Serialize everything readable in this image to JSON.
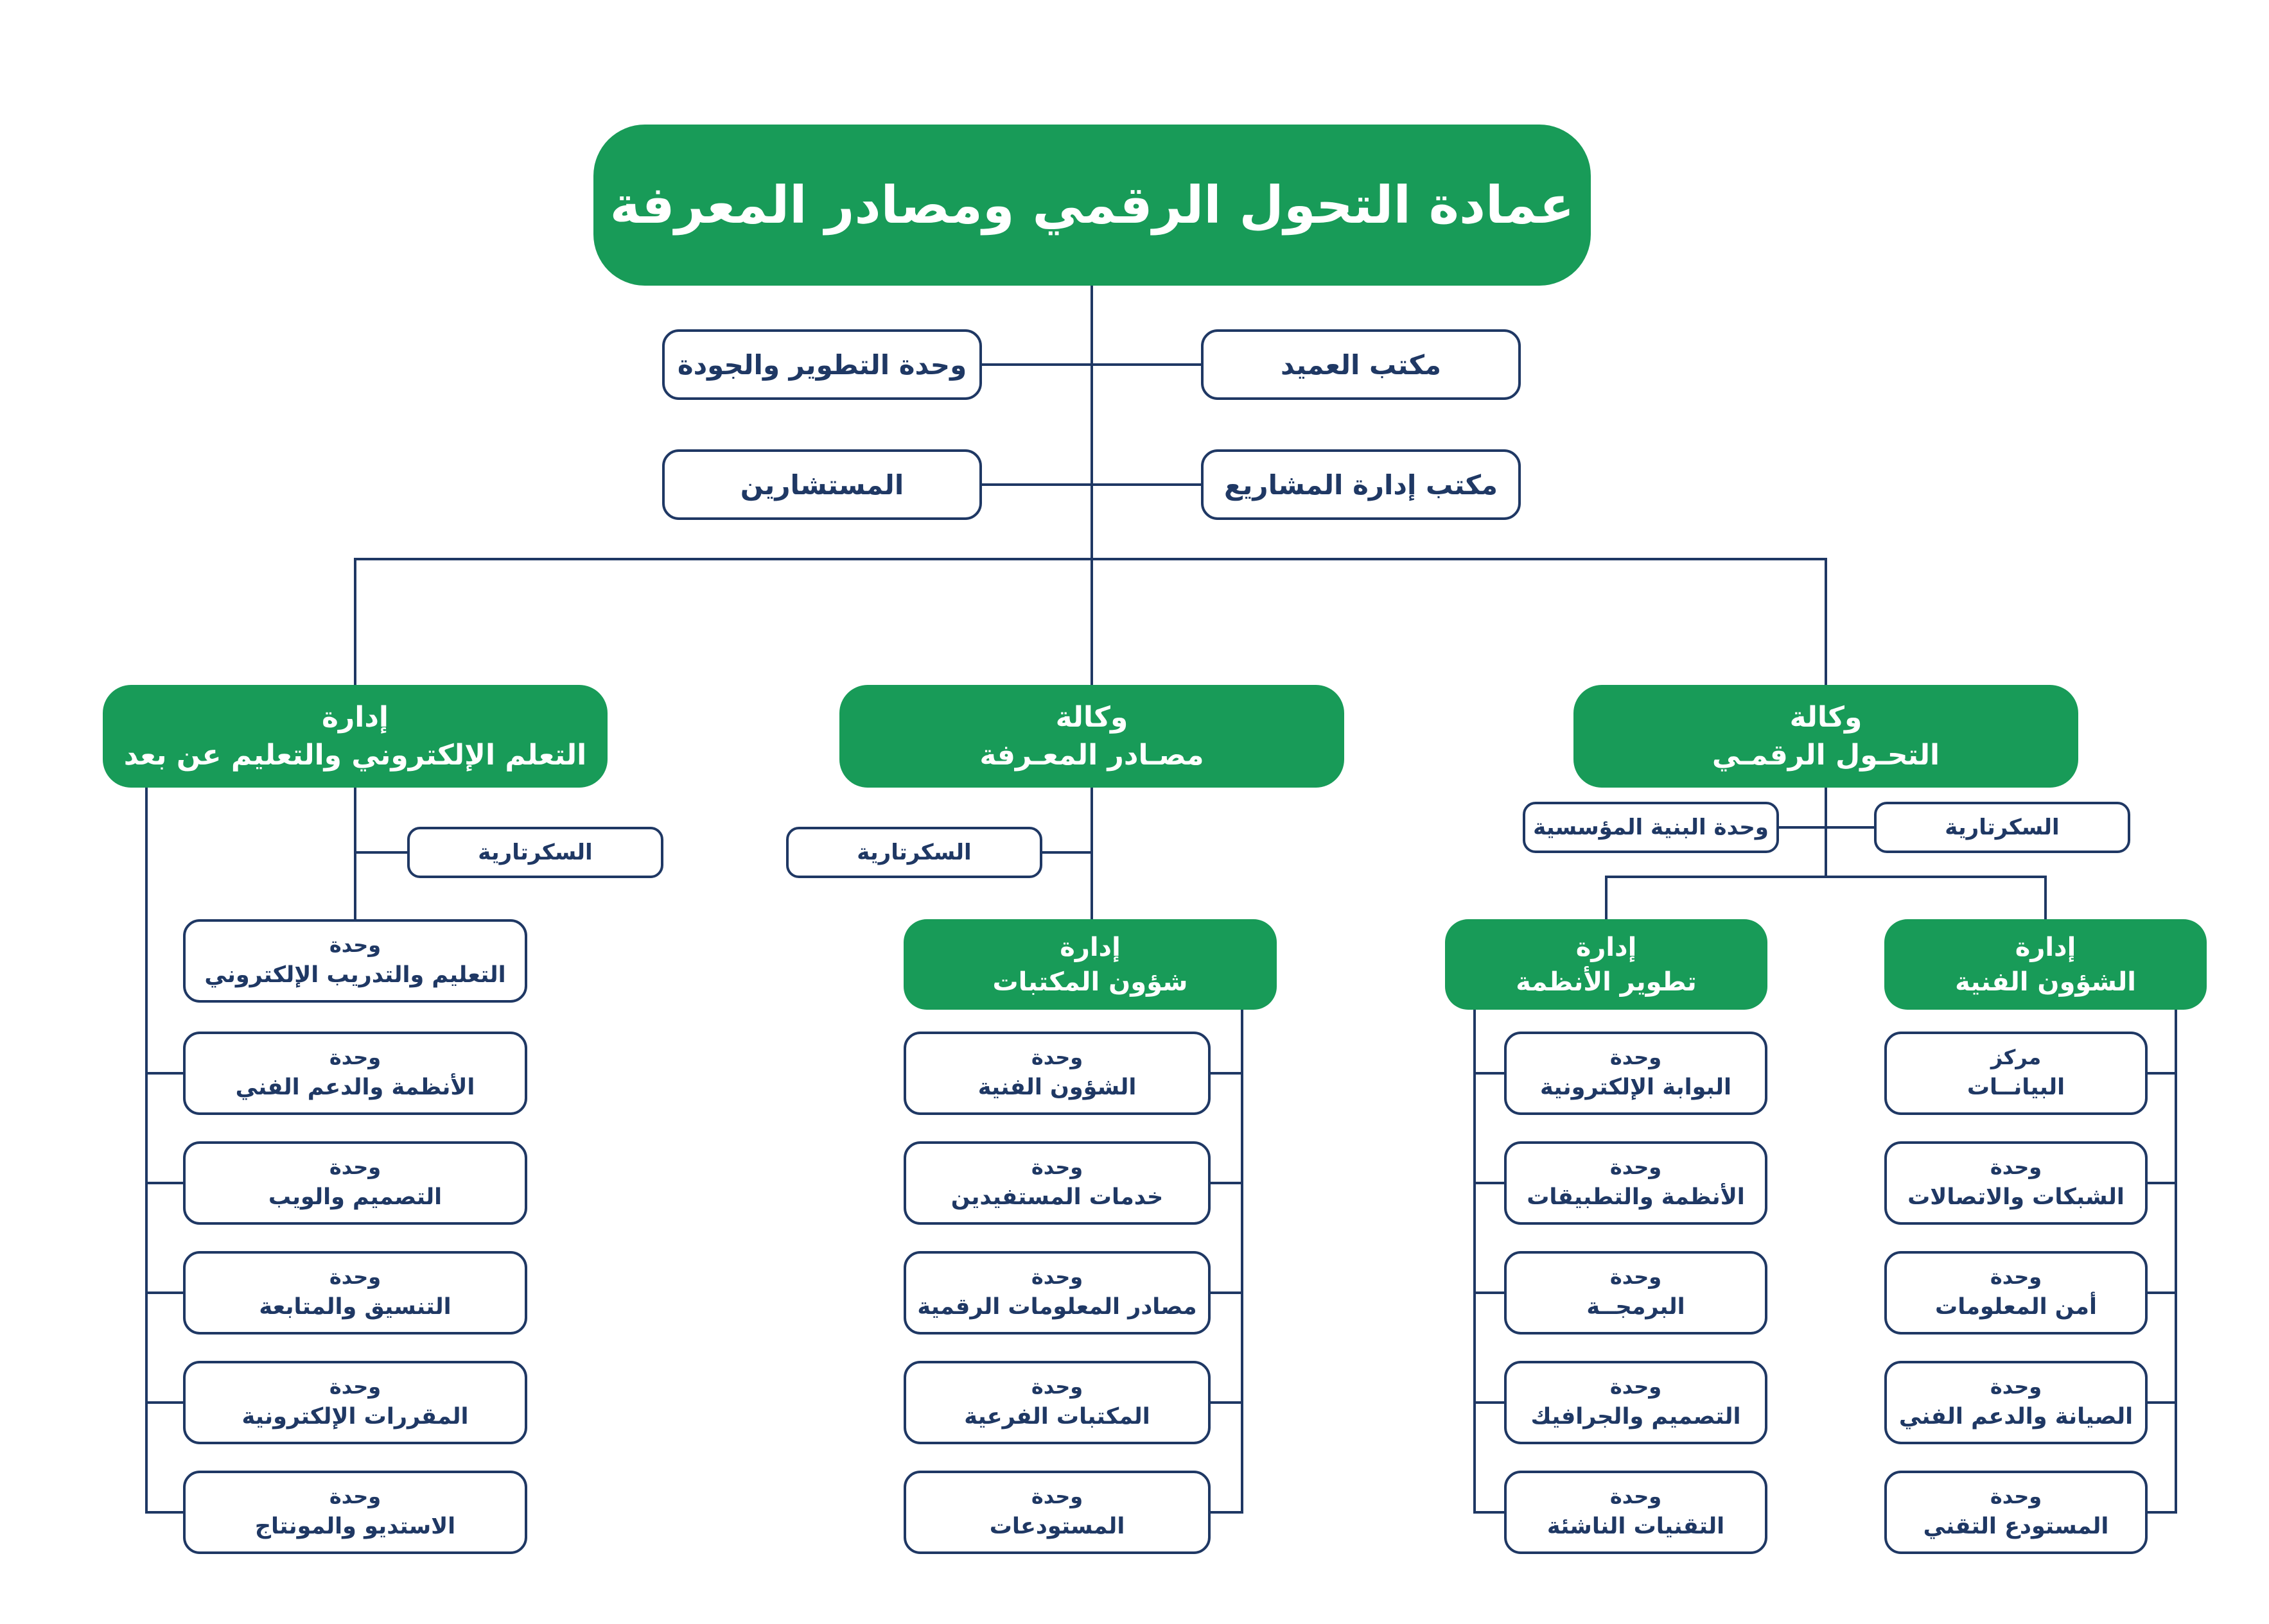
{
  "colors": {
    "green": "#189b58",
    "navy": "#1f3864"
  },
  "root": {
    "label": "عمادة التحول الرقمي ومصادر المعرفة"
  },
  "offices": {
    "development_quality": "وحدة التطوير والجودة",
    "dean_office": "مكتب العميد",
    "consultants": "المستشارين",
    "projects_office": "مكتب إدارة المشاريع"
  },
  "elearning": {
    "title1": "إدارة",
    "title2": "التعلم الإلكتروني والتعليم عن بعد",
    "secretariat": "السكرتارية",
    "units": [
      {
        "l1": "وحدة",
        "l2": "التعليم والتدريب الإلكتروني"
      },
      {
        "l1": "وحدة",
        "l2": "الأنظمة والدعم الفني"
      },
      {
        "l1": "وحدة",
        "l2": "التصميم والويب"
      },
      {
        "l1": "وحدة",
        "l2": "التنسيق والمتابعة"
      },
      {
        "l1": "وحدة",
        "l2": "المقررات الإلكترونية"
      },
      {
        "l1": "وحدة",
        "l2": "الاستديو والمونتاج"
      }
    ]
  },
  "knowledge": {
    "title1": "وكالة",
    "title2": "مصـادر المعـرفة",
    "secretariat": "السكرتارية",
    "library_dept": {
      "l1": "إدارة",
      "l2": "شؤون المكتبات"
    },
    "units": [
      {
        "l1": "وحدة",
        "l2": "الشؤون الفنية"
      },
      {
        "l1": "وحدة",
        "l2": "خدمات المستفيدين"
      },
      {
        "l1": "وحدة",
        "l2": "مصادر المعلومات الرقمية"
      },
      {
        "l1": "وحدة",
        "l2": "المكتبات الفرعية"
      },
      {
        "l1": "وحدة",
        "l2": "المستودعات"
      }
    ]
  },
  "digital": {
    "title1": "وكالة",
    "title2": "التحـول الرقمـي",
    "infrastructure_unit": "وحدة البنية المؤسسية",
    "secretariat": "السكرتارية",
    "systems_dept": {
      "title1": "إدارة",
      "title2": "تطوير الأنظمة",
      "units": [
        {
          "l1": "وحدة",
          "l2": "البوابة الإلكترونية"
        },
        {
          "l1": "وحدة",
          "l2": "الأنظمة والتطبيقات"
        },
        {
          "l1": "وحدة",
          "l2": "البرمجــة"
        },
        {
          "l1": "وحدة",
          "l2": "التصميم والجرافيك"
        },
        {
          "l1": "وحدة",
          "l2": "التقنيات الناشئة"
        }
      ]
    },
    "technical_dept": {
      "title1": "إدارة",
      "title2": "الشؤون الفنية",
      "units": [
        {
          "l1": "مركز",
          "l2": "البيانــات"
        },
        {
          "l1": "وحدة",
          "l2": "الشبكات والاتصالات"
        },
        {
          "l1": "وحدة",
          "l2": "أمن المعلومات"
        },
        {
          "l1": "وحدة",
          "l2": "الصيانة والدعم الفني"
        },
        {
          "l1": "وحدة",
          "l2": "المستودع التقني"
        }
      ]
    }
  }
}
